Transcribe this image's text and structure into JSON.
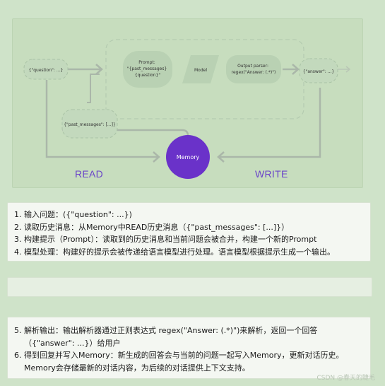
{
  "diagram": {
    "input_node": "{\"question\": ...}",
    "history_node": "{\"past_messages\": [...]}",
    "prompt_node": [
      "Prompt:",
      "\"{past_messages}",
      "{question}\""
    ],
    "model_node": "Model",
    "parser_node": [
      "Output parser:",
      "regex(\"Answer: (.*)\")"
    ],
    "output_node": "{\"answer\": ...}",
    "memory_node": "Memory",
    "read_label": "READ",
    "write_label": "WRITE",
    "colors": {
      "purple": "#6a32c9",
      "label": "#6a43c9",
      "line": "#aab7a9"
    }
  },
  "notes_top": [
    {
      "num": "1.",
      "text": "输入问题：({\"question\": ...})"
    },
    {
      "num": "2.",
      "text": "读取历史消息：从Memory中READ历史消息（{\"past_messages\": [...]}）"
    },
    {
      "num": "3.",
      "text": "构建提示（Prompt）：读取到的历史消息和当前问题会被合并，构建一个新的Prompt"
    },
    {
      "num": "4.",
      "text": "模型处理：构建好的提示会被传递给语言模型进行处理。语言模型根据提示生成一个输出。"
    }
  ],
  "notes_bottom": [
    {
      "num": "5.",
      "text": "解析输出：输出解析器通过正则表达式 regex(\"Answer: (.*)\")来解析，返回一个回答（{\"answer\": ...}）给用户"
    },
    {
      "num": "6.",
      "text": "得到回复并写入Memory：新生成的回答会与当前的问题一起写入Memory，更新对话历史。Memory会存储最新的对话内容，为后续的对话提供上下文支持。"
    }
  ],
  "watermark": "CSDN @春天的睫毛"
}
